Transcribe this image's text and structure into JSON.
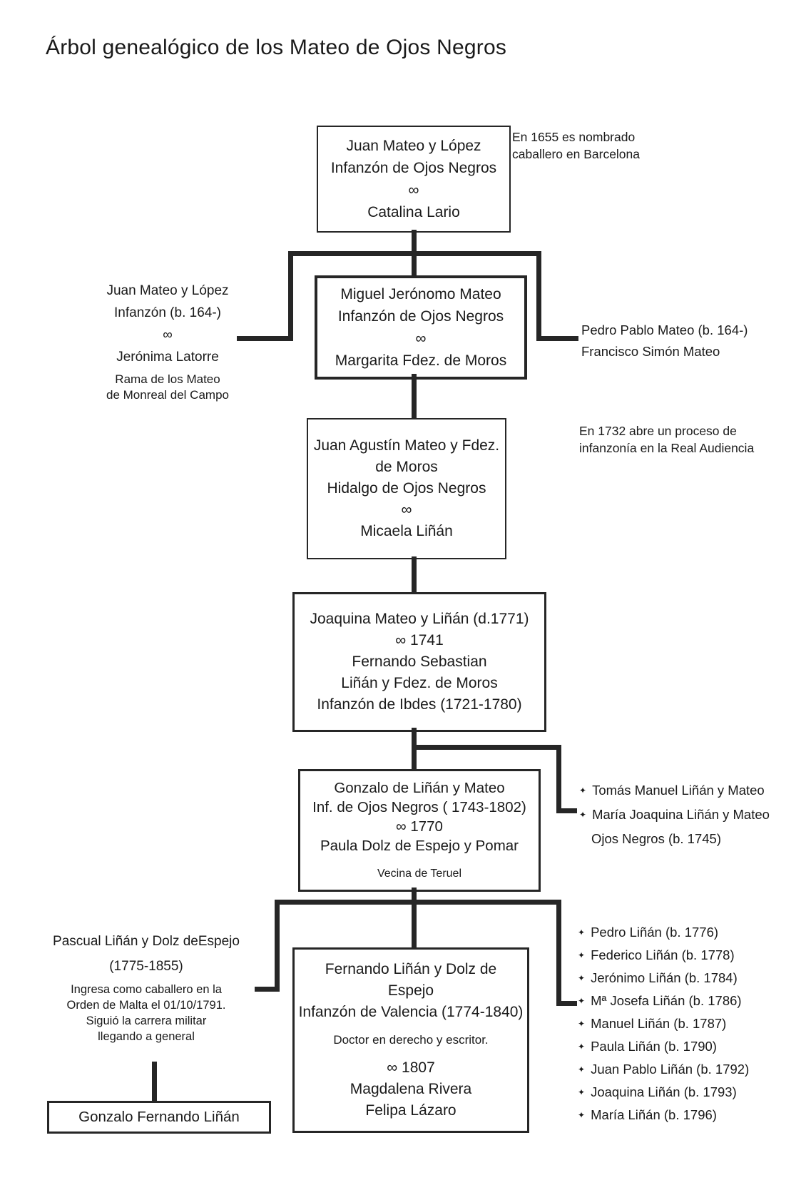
{
  "title": "Árbol genealógico de los Mateo de Ojos Negros",
  "colors": {
    "ink": "#262626",
    "background": "#ffffff"
  },
  "gen1": {
    "box": [
      "Juan Mateo y López",
      "Infanzón de Ojos Negros",
      "∞",
      "Catalina Lario"
    ],
    "note": [
      "En 1655 es nombrado",
      "caballero en Barcelona"
    ]
  },
  "gen2": {
    "box": [
      "Miguel Jerónomo Mateo",
      "Infanzón de Ojos Negros",
      "∞",
      "Margarita Fdez. de Moros"
    ],
    "left": [
      "Juan Mateo y López",
      "Infanzón (b. 164-)",
      "∞",
      "Jerónima Latorre"
    ],
    "left_sub": [
      "Rama de los Mateo",
      "de Monreal del Campo"
    ],
    "right": [
      "Pedro Pablo Mateo (b. 164-)",
      "Francisco Simón Mateo"
    ]
  },
  "gen3": {
    "box": [
      "Juan Agustín Mateo y Fdez.",
      "de Moros",
      "Hidalgo de Ojos Negros",
      "∞",
      "Micaela Liñán"
    ],
    "note": [
      "En 1732 abre un proceso de",
      "infanzonía en la Real Audiencia"
    ]
  },
  "gen4": {
    "box": [
      "Joaquina Mateo y Liñán (d.1771)",
      "∞ 1741",
      "Fernando Sebastian",
      "Liñán y Fdez. de Moros",
      "Infanzón de Ibdes (1721-1780)"
    ]
  },
  "gen5": {
    "box": [
      "Gonzalo de Liñán y Mateo",
      "Inf. de Ojos Negros ( 1743-1802)",
      "∞ 1770",
      "Paula Dolz de Espejo y Pomar"
    ],
    "box_sub": "Vecina de Teruel",
    "bullet": "✦",
    "siblings": [
      "Tomás Manuel Liñán y Mateo",
      "María Joaquina Liñán y Mateo"
    ],
    "siblings_sub": "Ojos Negros (b. 1745)"
  },
  "gen6": {
    "box_main": [
      "Fernando Liñán y Dolz de",
      "Espejo",
      "Infanzón de Valencia (1774-1840)"
    ],
    "box_small": "Doctor en derecho y escritor.",
    "box_bottom": [
      "∞ 1807",
      "Magdalena Rivera",
      "Felipa Lázaro"
    ],
    "left_name": [
      "Pascual Liñán y Dolz deEspejo",
      "(1775-1855)"
    ],
    "left_sub": [
      "Ingresa como caballero en la",
      "Orden de Malta el 01/10/1791.",
      "Siguió la carrera militar",
      "llegando a general"
    ],
    "bullet": "✦",
    "children": [
      "Pedro Liñán (b. 1776)",
      "Federico Liñán (b. 1778)",
      "Jerónimo Liñán (b. 1784)",
      "Mª Josefa Liñán (b. 1786)",
      "Manuel Liñán (b. 1787)",
      "Paula Liñán (b. 1790)",
      "Juan Pablo Liñán (b. 1792)",
      "Joaquina Liñán (b. 1793)",
      "María Liñán (b. 1796)"
    ],
    "descendant": "Gonzalo Fernando Liñán"
  }
}
